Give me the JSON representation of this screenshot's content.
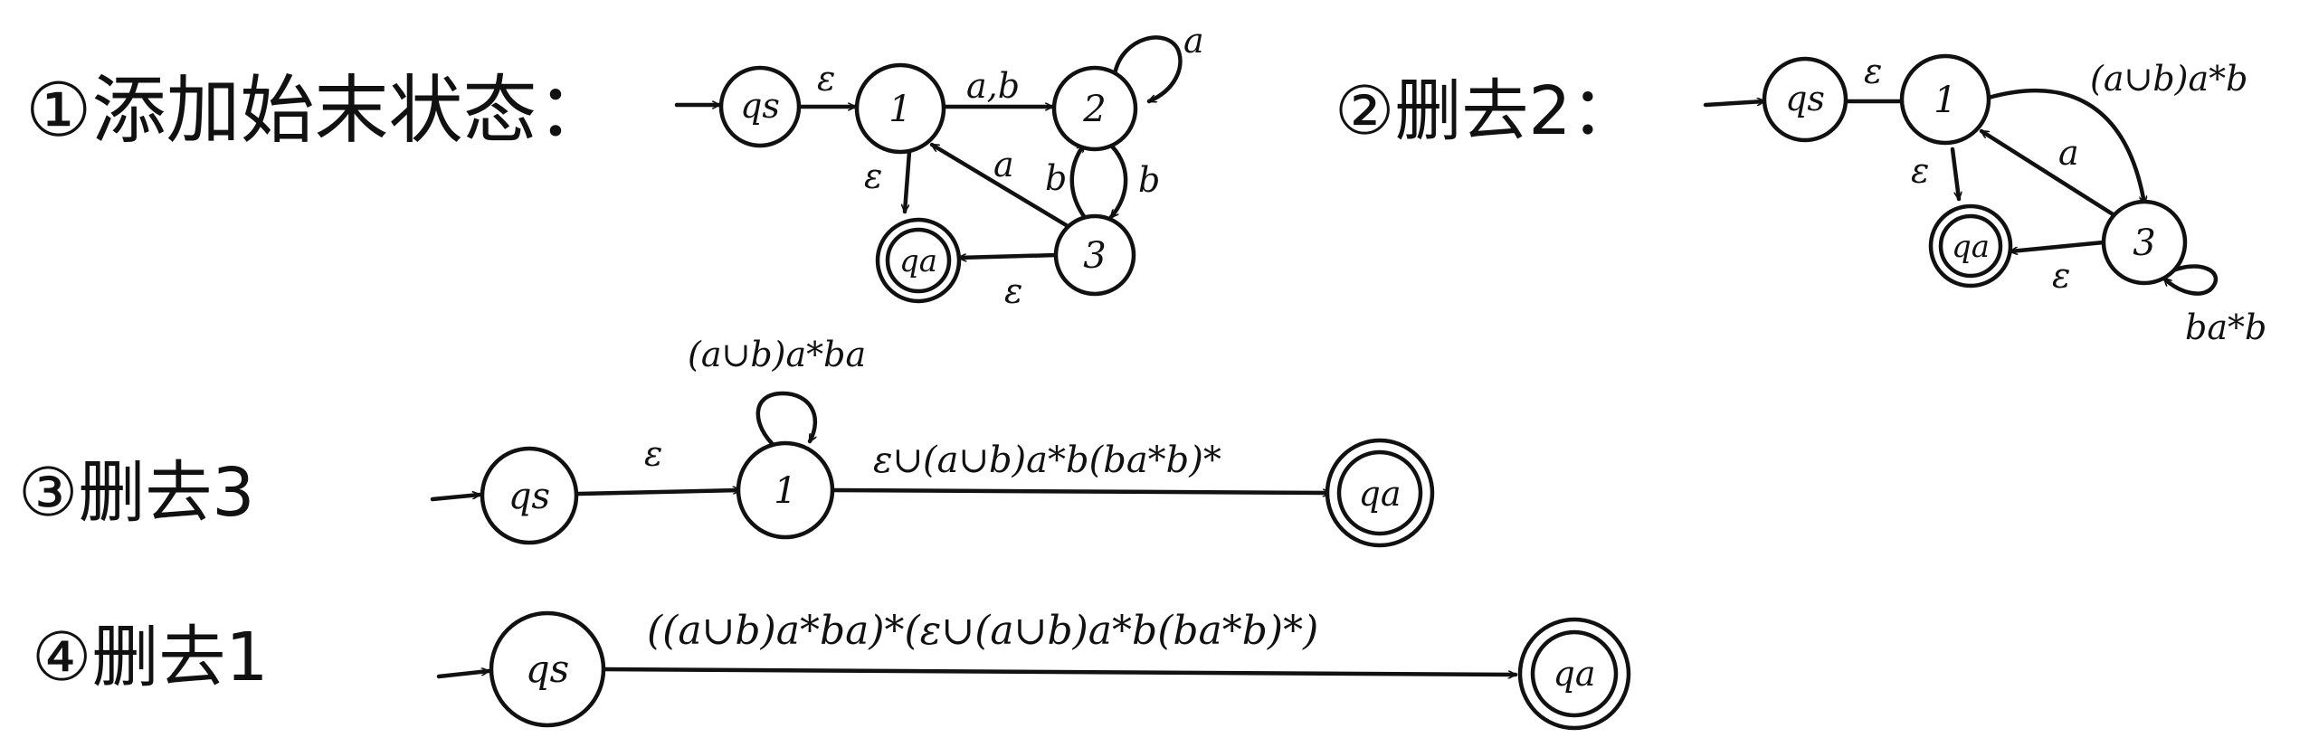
{
  "steps": [
    {
      "title": "①添加始末状态：",
      "nodes": {
        "qs": "qs",
        "n1": "1",
        "n2": "2",
        "n3": "3",
        "qa": "qa"
      },
      "edges": {
        "qs_1": "ε",
        "1_2": "a,b",
        "2_loop": "a",
        "1_qa": "ε",
        "3_1": "a",
        "2_3": "b",
        "3_2": "b",
        "3_qa": "ε"
      }
    },
    {
      "title": "②删去2：",
      "nodes": {
        "qs": "qs",
        "n1": "1",
        "n3": "3",
        "qa": "qa"
      },
      "edges": {
        "qs_1": "ε",
        "1_3": "(a∪b)a*b",
        "3_1": "a",
        "1_qa": "ε",
        "3_qa": "ε",
        "3_loop": "ba*b"
      }
    },
    {
      "title": "③删去3",
      "nodes": {
        "qs": "qs",
        "n1": "1",
        "qa": "qa"
      },
      "edges": {
        "qs_1": "ε",
        "1_loop": "(a∪b)a*ba",
        "1_qa": "ε∪(a∪b)a*b(ba*b)*"
      }
    },
    {
      "title": "④删去1",
      "nodes": {
        "qs": "qs",
        "qa": "qa"
      },
      "edges": {
        "qs_qa": "((a∪b)a*ba)*(ε∪(a∪b)a*b(ba*b)*)"
      }
    }
  ]
}
